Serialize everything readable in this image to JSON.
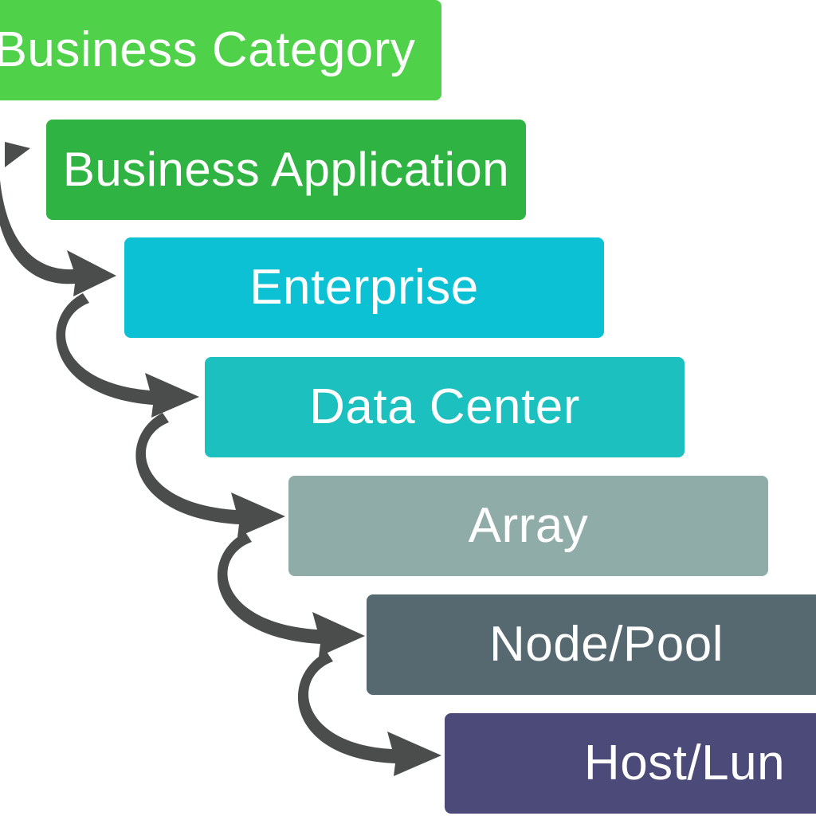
{
  "levels": [
    {
      "label": "Business Category",
      "color": "#4fd24a"
    },
    {
      "label": "Business Application",
      "color": "#2fb342"
    },
    {
      "label": "Enterprise",
      "color": "#0dc1d4"
    },
    {
      "label": "Data Center",
      "color": "#1cc0bf"
    },
    {
      "label": "Array",
      "color": "#90aca8"
    },
    {
      "label": "Node/Pool",
      "color": "#566870"
    },
    {
      "label": "Host/Lun",
      "color": "#4b4a78"
    }
  ],
  "arrow_color": "#4a4d4c"
}
